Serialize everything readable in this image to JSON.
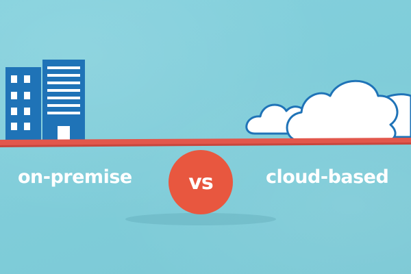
{
  "left_label": "on-premise",
  "vs_label": "vs",
  "right_label": "cloud-based",
  "colors": {
    "background": "#7fcfdc",
    "plank": "#e2574c",
    "fulcrum": "#e8573f",
    "building": "#1f73b7",
    "window": "#ffffff",
    "cloud_fill": "#ffffff",
    "cloud_stroke": "#1f73b7"
  },
  "icons": {
    "left": "office-building-icon",
    "right": "cloud-icon"
  }
}
